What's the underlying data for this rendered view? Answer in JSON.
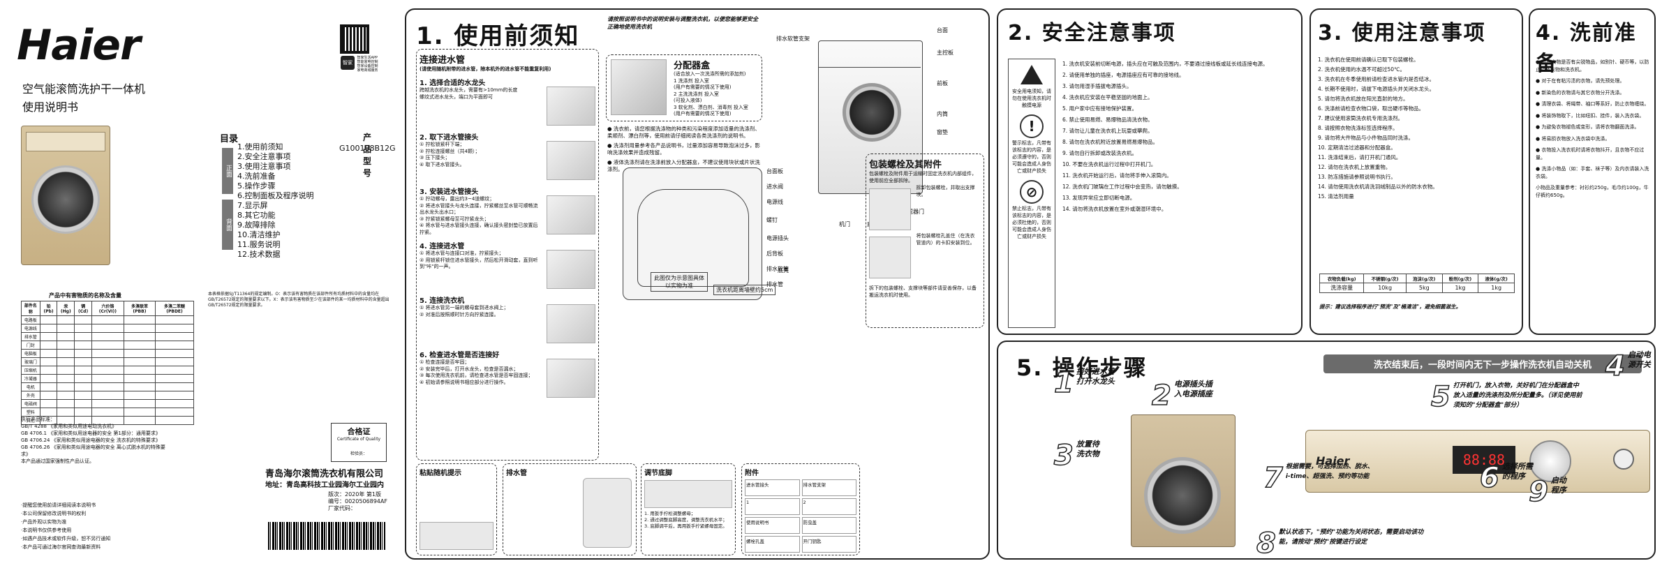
{
  "cover": {
    "brand": "Haier",
    "title_lines": [
      "空气能滚筒洗护干一体机",
      "使用说明书"
    ],
    "model_label": "产品型号",
    "model": "G100108B12G",
    "toc_title": "目录",
    "toc_tabs": [
      "正面",
      "背面"
    ],
    "toc": [
      "1.使用前须知",
      "2.安全注意事项",
      "3.使用注意事项",
      "4.洗前准备",
      "5.操作步骤",
      "6.控制面板及程序说明",
      "7.显示屏",
      "8.其它功能",
      "9.故障排除",
      "10.清洁维护",
      "11.服务说明",
      "12.技术数据"
    ],
    "qr_labels": [
      "智家",
      "智家生活APP",
      "智能家电控制",
      "智家设备控制",
      "家电商城服务"
    ],
    "hazard_table_title": "产品中有害物质的名称及含量",
    "hazard_table_headers": [
      "部件名称",
      "铅(Pb)",
      "汞(Hg)",
      "镉(Cd)",
      "六价铬(Cr(VI))",
      "多溴联苯(PBB)",
      "多溴二苯醚(PBDE)"
    ],
    "hazard_rows": [
      "电路板",
      "电源线",
      "排水管",
      "门封",
      "电脑板",
      "玻璃门",
      "压缩机",
      "冷凝器",
      "电机",
      "外壳",
      "电磁阀",
      "塑料",
      "其他"
    ],
    "hazard_notes": "本表格依据SJ/T11364的规定编制。O：表示该有害物质在该部件所有均质材料中的含量均在GB/T26572规定的限量要求以下。X：表示该有害物质至少在该部件的某一均质材料中的含量超出GB/T26572规定的限量要求。",
    "standards_title": "执行产品标准：",
    "standards": [
      "GB/T 4288 《家用和类似用途电动洗衣机》",
      "GB 4706.1 《家用和类似用途电器的安全 第1部分：通用要求》",
      "GB 4706.24 《家用和类似用途电器的安全 洗衣机的特殊要求》",
      "GB 4706.26 《家用和类似用途电器的安全 离心式脱水机的特殊要求》"
    ],
    "standards_note": "本产品通过国家强制性产品认证。",
    "company": "青岛海尔滚筒洗衣机有限公司",
    "address": "地址：青岛高科技工业园海尔工业园内",
    "edition_label": "版次：",
    "edition": "2020年 第1版",
    "code_label": "编号：",
    "code": "0020506894AF",
    "factory_label": "厂家代码：",
    "qualified_title": "合格证",
    "qualified_sub": "Certificate of Quality",
    "inspector": "检验员：",
    "footer_notes": [
      "·提醒您使用前请详细阅读本说明书",
      "·本公司保留修改说明书的权利",
      "·产品外观以实物为准",
      "·本说明书仅供参考使用",
      "·如遇产品技术或软件升级，恕不另行通知",
      "·本产品可通过海尔官网查询最新资料"
    ]
  },
  "sec1": {
    "title": "1. 使用前须知",
    "note": "请按照说明书中的说明安装与调整洗衣机，以便您能够更安全正确地使用洗衣机",
    "inlet_title": "连接进水管",
    "inlet_note": "(请使用随机附带的进水管，除本机外的进水管不能重复利用)",
    "steps": [
      {
        "num": "1.",
        "t": "选择合适的水龙头",
        "d": [
          "跨越洗衣机的水龙头，需要有>10mm的长度",
          "螺纹式进水龙头，端口为平面即可"
        ]
      },
      {
        "num": "2.",
        "t": "取下进水管接头",
        "d": [
          "① 拧松锁紧杆下端；",
          "② 拧松连接螺丝（共4颗）；",
          "③ 压下接头；",
          "④ 取下进水管接头。"
        ]
      },
      {
        "num": "3.",
        "t": "安装进水管接头",
        "d": [
          "① 拧动螺母，露出约3~4道螺纹；",
          "② 将进水管接头与龙头连接，拧紧螺丝至水管可顺畅流出水龙头出水口；",
          "③ 拧紧锁紧螺母至可拧紧龙头；",
          "④ 将水管与进水管接头连接，确认接头密封垫已放置后拧紧。"
        ]
      },
      {
        "num": "4.",
        "t": "连接进水管",
        "d": [
          "① 将进水管与连接口对准，拧紧接头；",
          "② 用锁紧杆锁住进水管接头，然后松开滑动套，直到听到\"咔\"的一声。"
        ]
      },
      {
        "num": "5.",
        "t": "连接洗衣机",
        "d": [
          "① 将进水管另一端的螺母套到进水阀上；",
          "② 对准后按照顺时针方向拧紧连接。"
        ]
      },
      {
        "num": "6.",
        "t": "检查进水管是否连接好",
        "d": [
          "① 检查连接是否牢固；",
          "② 安装完毕后，打开水龙头，检查是否漏水；",
          "③ 每次使用洗衣机前，请检查进水管是否牢固连接；",
          "④ 初始请参照说明书相应部分进行操作。"
        ]
      }
    ],
    "dispenser_title": "分配器盒",
    "dispenser_items": [
      "(适合放入一次洗涤所需的添加剂)",
      "1 洗涤剂 投入室",
      "(用户有需要的情况下使用)",
      "2 主洗洗涤剂 投入室",
      "(可投入液体)",
      "3 软化剂、漂白剂、消毒剂 投入室",
      "(用户有需要的情况下使用)"
    ],
    "parts_top": [
      "台面",
      "排水软管支架",
      "主控板",
      "前板",
      "内筒",
      "窗垫",
      "过滤器门",
      "机门",
      "底脚"
    ],
    "parts_back": [
      "台面板",
      "进水阀",
      "电源线",
      "螺钉",
      "电源插头",
      "后背板",
      "排水软管",
      "排水管"
    ],
    "pack_title": "包装螺栓及其附件",
    "pack_note": "包装螺栓及附件用于运输时固定洗衣机内部组件，使用前应全部拆除。",
    "pack_steps": [
      "拆卸包装螺栓，并取出支撑块。",
      "将包装螺栓孔盖住（在洗衣管道内）的卡扣安装到位。"
    ],
    "pack_note2": "拆下的包装螺栓、支撑块等部件请妥善保存，以备搬运洗衣机时使用。",
    "bottom_notes": [
      "此图仅为示意图具体以实物为准",
      "洗衣机距离墙壁约5cm",
      "底壳"
    ],
    "label_tips": "粘贴随机提示",
    "drain_title": "排水管",
    "adjust_title": "调节底脚",
    "acc_title": "附件",
    "acc_items": [
      "进水管接头",
      "排水管支架",
      "1",
      "2",
      "使用说明书",
      "防虫盖",
      "螺栓孔盖",
      "开门钥匙"
    ],
    "adjust_steps": [
      "1. 用扳手拧松调整螺母；",
      "2. 通过调整底脚高度，调整洗衣机水平；",
      "3. 底脚调平后，再用扳手拧紧螺母固定。"
    ]
  },
  "sec2": {
    "title": "2. 安全注意事项",
    "warn1": "安全用电须知，请勿在使用洗衣机时触摸电源",
    "warn2": "警示标志，凡带有该标志的内容，是必须遵守的，否则可能会造成人身伤亡或财产损失",
    "warn3": "禁止标志，凡带有该标志的内容，是必须杜绝的，否则可能会造成人身伤亡或财产损失",
    "items": [
      "1. 洗衣机安装前切断电源，插头应在可触及范围内，不要通过接线板或延长线连接电源。",
      "2. 请使用单独的插座，电源插座应有可靠的接地线。",
      "3. 请勿用湿手插拔电源插头。",
      "4. 洗衣机应安装在平稳坚固的地面上。",
      "5. 用户家中应有接地保护装置。",
      "6. 禁止使用易燃、易爆物品清洗衣物。",
      "7. 请勿让儿童在洗衣机上玩耍或攀爬。",
      "8. 请勿在洗衣机附近放置易燃易爆物品。",
      "9. 请勿自行拆卸或改装洗衣机。",
      "10. 不要在洗衣机运行过程中打开机门。",
      "11. 洗衣机开始运行后，请勿将手伸入滚筒内。",
      "12. 洗衣机门玻璃在工作过程中会变热，请勿触摸。",
      "13. 发现异常应立即切断电源。",
      "14. 请勿将洗衣机放置在室外或潮湿环境中。"
    ]
  },
  "sec3": {
    "title": "3. 使用注意事项",
    "items": [
      "1. 洗衣机在使用前请确认已取下包装螺栓。",
      "2. 洗衣机使用的水温不可超过50℃。",
      "3. 洗衣机在冬季使用前请检查进水管内是否结冰。",
      "4. 长期不使用时，请拔下电源插头并关闭水龙头。",
      "5. 请勿将洗衣机放在阳光直射的地方。",
      "6. 洗涤前请检查衣物口袋，取出硬币等物品。",
      "7. 建议使用滚筒洗衣机专用洗涤剂。",
      "8. 请按照衣物洗涤标签选择程序。",
      "9. 请勿将大件物品与小件物品同时洗涤。",
      "10. 定期清洁过滤器和分配器盒。",
      "11. 洗涤结束后，请打开机门通风。",
      "12. 请勿在洗衣机上放置重物。",
      "13. 防冻措施请参照说明书执行。",
      "14. 请勿使用洗衣机清洗羽绒制品以外的防水衣物。",
      "15. 清洁剂用量"
    ],
    "table_headers": [
      "衣物负载(kg)",
      "不锈钢(g/次)",
      "泡沫(g/次)",
      "粉剂(g/次)",
      "液体(g/次)"
    ],
    "table_row": [
      "洗涤容量",
      "10kg",
      "5kg",
      "1kg",
      "1kg"
    ],
    "note": "提示：建议选择程序进行\"预洗\"及\"桶清洁\"，避免细菌滋生。"
  },
  "sec4": {
    "title": "4. 洗前准备",
    "items": [
      "● 检查衣物是否有尖锐物品，如别针、硬币等，以防止损坏衣物和洗衣机。",
      "● 对于在有粘污渍的衣物，请先预处理。",
      "● 新染色的衣物请与其它衣物分开洗涤。",
      "● 清理衣袋、将绳带、袖口等系好，防止衣物缠绕。",
      "● 将装饰物取下，比如纽扣、挂件，装入洗衣袋。",
      "● 为避免衣物褪色或变形，请将衣物翻面洗涤。",
      "● 将易损衣物放入洗衣袋中洗涤。",
      "● 衣物投入洗衣机时请将衣物抖开，且衣物不应过量。",
      "● 洗涤小物品（如：手套、袜子等）及内衣请装入洗衣袋。",
      "小物品及重量参考：衬衫约250g，毛巾约100g，牛仔裤约650g。"
    ]
  },
  "sec5": {
    "title": "5. 操作步骤",
    "steps": [
      {
        "n": "1",
        "t": "接好进水管\n打开水龙头"
      },
      {
        "n": "2",
        "t": "电源插头插\n入电源插座"
      },
      {
        "n": "3",
        "t": "放置待\n洗衣物"
      },
      {
        "n": "4",
        "t": "启动电\n源开关"
      },
      {
        "n": "5",
        "t": "打开机门，放入衣物，关好机门在分配器盒中放入适量的洗涤剂及所分配量多。（详见使用前须知的\"分配器盒\"部分）"
      },
      {
        "n": "6",
        "t": "选择所需\n的程序"
      },
      {
        "n": "7",
        "t": "根据需要，可选择加热、脱水、\ni-time、超强洗、预约等功能"
      },
      {
        "n": "8",
        "t": "默认状态下，\"预约\"功能为关闭状态，需要启动该功能，请按动\"预约\"按键进行设定"
      },
      {
        "n": "9",
        "t": "启动\n程序"
      }
    ],
    "banner": "洗衣结束后，一段时间内无下一步操作洗衣机自动关机",
    "panel_brand": "Haier",
    "panel_display": "88:88"
  }
}
